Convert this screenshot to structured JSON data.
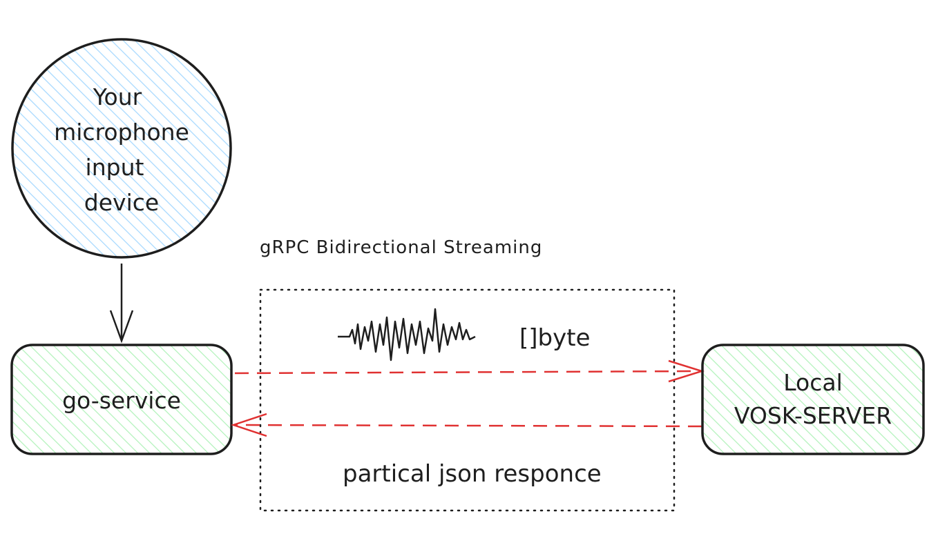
{
  "nodes": {
    "microphone": {
      "lines": [
        "Your",
        "microphone",
        "input",
        "device"
      ]
    },
    "go_service": {
      "label": "go-service"
    },
    "vosk_server": {
      "lines": [
        "Local",
        "VOSK-SERVER"
      ]
    }
  },
  "stream_box": {
    "caption": "gRPC Bidirectional Streaming",
    "request_label": "[]byte",
    "response_label": "partical json responce"
  },
  "colors": {
    "stroke": "#1e1e1e",
    "mic_hatch": "#a5d8ff",
    "node_hatch": "#b2f2bb",
    "arrow_red": "#e03131"
  }
}
